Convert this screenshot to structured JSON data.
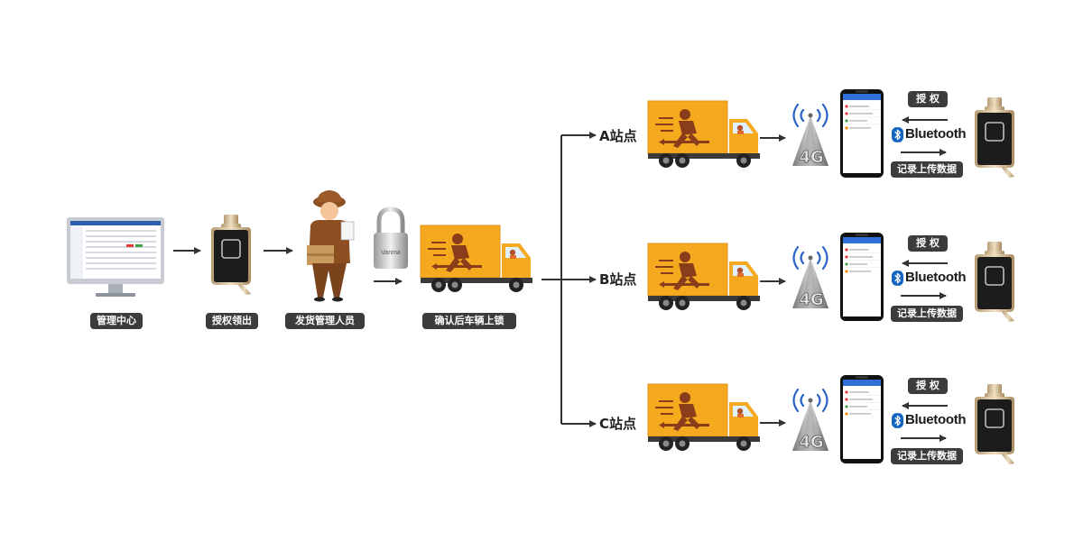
{
  "steps": [
    {
      "label": "管理中心",
      "icon": "monitor-icon"
    },
    {
      "label": "授权领出",
      "icon": "smart-key-icon"
    },
    {
      "label": "发货管理人员",
      "icon": "courier-icon"
    },
    {
      "label": "确认后车辆上锁",
      "icon": "truck-icon"
    }
  ],
  "padlock_brand": "Vanma",
  "stations": [
    {
      "name": "A站点",
      "authorize_label": "授 权",
      "bluetooth_label": "Bluetooth",
      "upload_label": "记录上传数据"
    },
    {
      "name": "B站点",
      "authorize_label": "授 权",
      "bluetooth_label": "Bluetooth",
      "upload_label": "记录上传数据"
    },
    {
      "name": "C站点",
      "authorize_label": "授 权",
      "bluetooth_label": "Bluetooth",
      "upload_label": "记录上传数据"
    }
  ],
  "network_label": "4G",
  "colors": {
    "truck_orange": "#f5a91e",
    "pill_bg": "#3c3c3c",
    "bluetooth_blue": "#1565c0",
    "arrow": "#333333"
  }
}
